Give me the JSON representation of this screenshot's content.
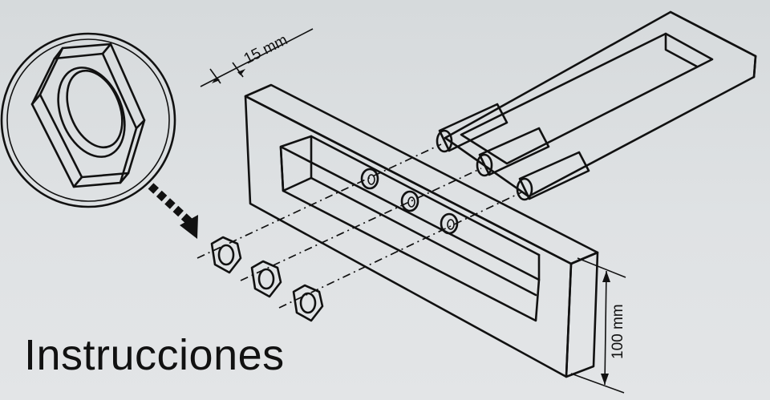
{
  "caption": "Instrucciones",
  "dimensions": {
    "thickness": "15 mm",
    "height": "100 mm"
  },
  "parts": {
    "bolts": 3,
    "nuts": 3,
    "holes": 3
  },
  "icons": {
    "zoom": "magnifier-detail-nut-icon",
    "pointer": "dashed-arrow-icon"
  }
}
